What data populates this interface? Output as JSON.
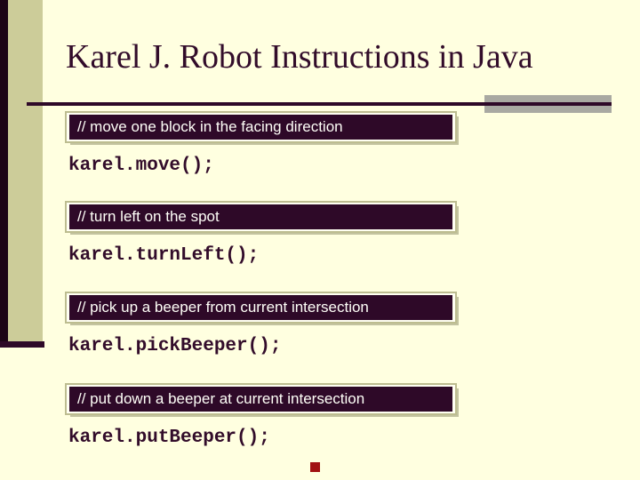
{
  "slide": {
    "title": "Karel J. Robot Instructions in Java",
    "instructions": [
      {
        "comment": "// move one block in the facing direction",
        "code": "karel.move();"
      },
      {
        "comment": "// turn left on the spot",
        "code": "karel.turnLeft();"
      },
      {
        "comment": "// pick up a beeper from current intersection",
        "code": "karel.pickBeeper();"
      },
      {
        "comment": "// put down a beeper at current intersection",
        "code": "karel.putBeeper();"
      }
    ]
  },
  "theme": {
    "background": "#FFFFE0",
    "left_band": "#CCCC99",
    "left_edge_strip": "#1C0416",
    "dark_accent": "#2E0928",
    "title_color": "#320C2A",
    "comment_box_fill": "#2E0928",
    "comment_text_color": "#FFFFF8",
    "code_color": "#320C2A",
    "gray_accent": "#A9A9A2",
    "red_square": "#A11212"
  }
}
